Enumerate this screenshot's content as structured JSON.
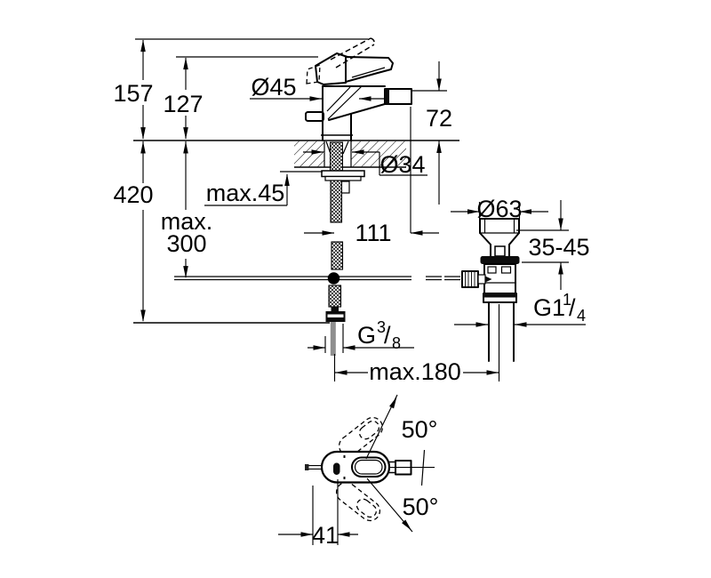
{
  "drawing": {
    "type": "technical-dimension-drawing",
    "subject": "single-lever bidet mixer with pop-up waste",
    "colors": {
      "line": "#000000",
      "background": "#ffffff",
      "hose_gray": "#8f8f8f"
    },
    "labels": {
      "height_total": "157",
      "height_to_lever": "127",
      "height_hose_drop": "420",
      "max_depth_line1": "max.",
      "max_depth_line2": "300",
      "max_deck_thickness": "max.45",
      "body_diameter": "Ø45",
      "spout_height": "72",
      "hole_diameter": "Ø34",
      "spout_reach": "111",
      "waste_top_diameter": "Ø63",
      "waste_adjust_range": "35-45",
      "waste_thread": {
        "base": "G1",
        "sup": "1",
        "slash": "/",
        "sub": "4"
      },
      "supply_thread": {
        "base": "G",
        "sup": "3",
        "slash": "/",
        "sub": "8"
      },
      "max_centre_distance": "max.180",
      "swivel_angle_top": "50°",
      "swivel_angle_bottom": "50°",
      "lever_offset": "41"
    }
  }
}
